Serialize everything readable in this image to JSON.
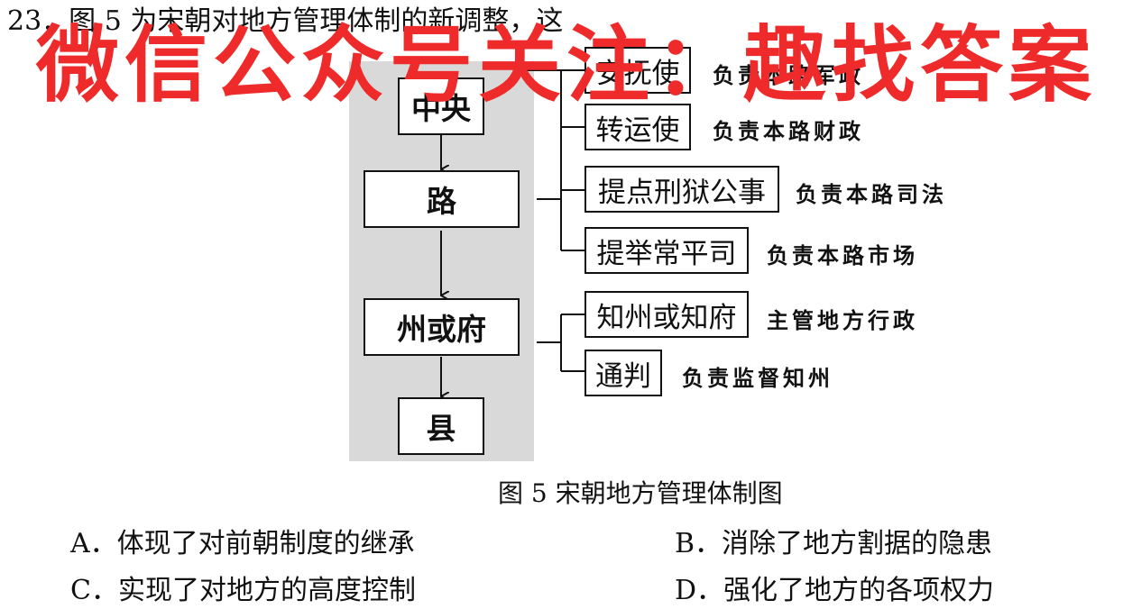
{
  "question": {
    "text": "23．图 5 为宋朝对地方管理体制的新调整，这"
  },
  "diagram": {
    "levels": [
      "中央",
      "路",
      "州或府",
      "县"
    ],
    "road_officials": [
      {
        "title": "安抚使",
        "duty": "负责本路军政"
      },
      {
        "title": "转运使",
        "duty": "负责本路财政"
      },
      {
        "title": "提点刑狱公事",
        "duty": "负责本路司法"
      },
      {
        "title": "提举常平司",
        "duty": "负责本路市场"
      }
    ],
    "prefecture_officials": [
      {
        "title": "知州或知府",
        "duty": "主管地方行政"
      },
      {
        "title": "通判",
        "duty": "负责监督知州"
      }
    ],
    "caption": "图 5  宋朝地方管理体制图"
  },
  "options": [
    {
      "letter": "A．",
      "text": "体现了对前朝制度的继承"
    },
    {
      "letter": "B．",
      "text": "消除了地方割据的隐患"
    },
    {
      "letter": "C．",
      "text": "实现了对地方的高度控制"
    },
    {
      "letter": "D．",
      "text": "强化了地方的各项权力"
    }
  ],
  "watermark": {
    "text": "微信公众号关注：趣找答案",
    "color": "#ee2a2a"
  }
}
